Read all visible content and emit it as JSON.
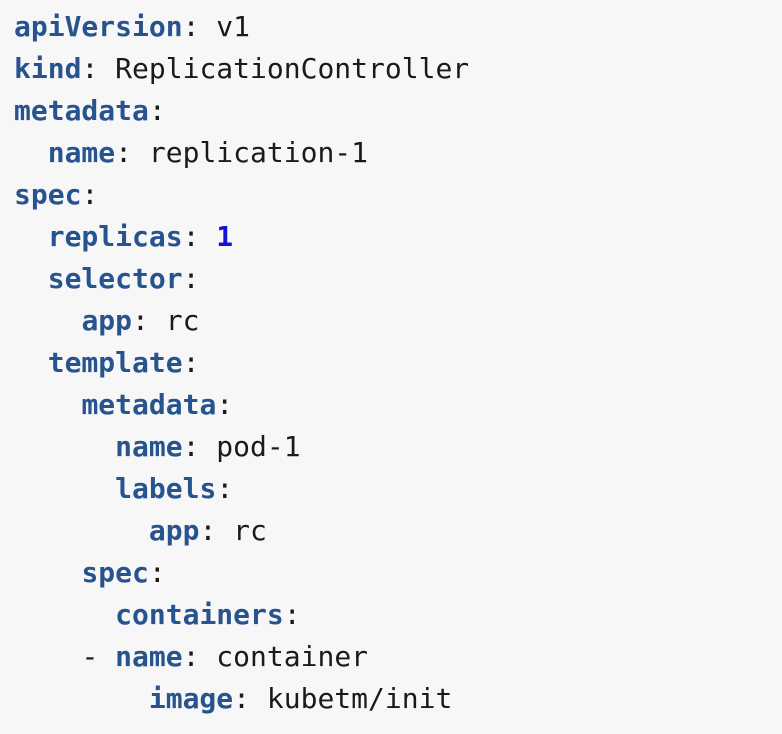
{
  "editor": {
    "background_color": "#f7f7f7",
    "key_color": "#27548f",
    "value_color": "#1a1a1a",
    "number_color": "#1414d0",
    "language": "yaml",
    "lines": [
      {
        "indent": "",
        "dash": "",
        "key": "apiVersion",
        "punct": ":",
        "value": " v1",
        "value_type": "string"
      },
      {
        "indent": "",
        "dash": "",
        "key": "kind",
        "punct": ":",
        "value": " ReplicationController",
        "value_type": "string"
      },
      {
        "indent": "",
        "dash": "",
        "key": "metadata",
        "punct": ":",
        "value": "",
        "value_type": "none"
      },
      {
        "indent": "  ",
        "dash": "",
        "key": "name",
        "punct": ":",
        "value": " replication-1",
        "value_type": "string"
      },
      {
        "indent": "",
        "dash": "",
        "key": "spec",
        "punct": ":",
        "value": "",
        "value_type": "none"
      },
      {
        "indent": "  ",
        "dash": "",
        "key": "replicas",
        "punct": ":",
        "value": " 1",
        "value_type": "number"
      },
      {
        "indent": "  ",
        "dash": "",
        "key": "selector",
        "punct": ":",
        "value": "",
        "value_type": "none"
      },
      {
        "indent": "    ",
        "dash": "",
        "key": "app",
        "punct": ":",
        "value": " rc",
        "value_type": "string"
      },
      {
        "indent": "  ",
        "dash": "",
        "key": "template",
        "punct": ":",
        "value": "",
        "value_type": "none"
      },
      {
        "indent": "    ",
        "dash": "",
        "key": "metadata",
        "punct": ":",
        "value": "",
        "value_type": "none"
      },
      {
        "indent": "      ",
        "dash": "",
        "key": "name",
        "punct": ":",
        "value": " pod-1",
        "value_type": "string"
      },
      {
        "indent": "      ",
        "dash": "",
        "key": "labels",
        "punct": ":",
        "value": "",
        "value_type": "none"
      },
      {
        "indent": "        ",
        "dash": "",
        "key": "app",
        "punct": ":",
        "value": " rc",
        "value_type": "string"
      },
      {
        "indent": "    ",
        "dash": "",
        "key": "spec",
        "punct": ":",
        "value": "",
        "value_type": "none"
      },
      {
        "indent": "      ",
        "dash": "",
        "key": "containers",
        "punct": ":",
        "value": "",
        "value_type": "none"
      },
      {
        "indent": "    ",
        "dash": "- ",
        "key": "name",
        "punct": ":",
        "value": " container",
        "value_type": "string"
      },
      {
        "indent": "        ",
        "dash": "",
        "key": "image",
        "punct": ":",
        "value": " kubetm/init",
        "value_type": "string"
      }
    ]
  }
}
